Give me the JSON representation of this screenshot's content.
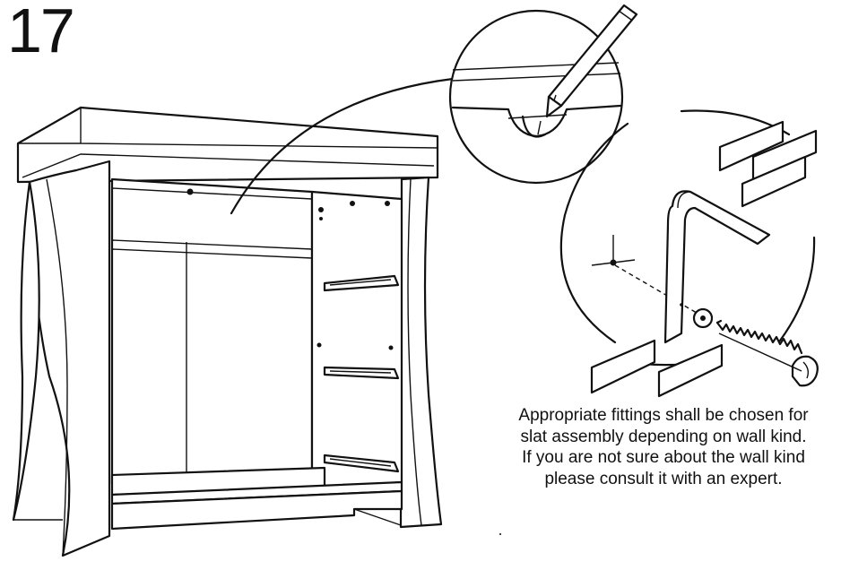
{
  "step": {
    "number": "17"
  },
  "caption": {
    "lines": [
      "Appropriate fittings shall be chosen for",
      "slat assembly depending on wall kind.",
      "If you are not sure about the wall kind",
      "please consult it with an expert."
    ]
  },
  "icons": {
    "pencil": "pencil-icon",
    "screw": "screw-icon",
    "washer": "washer-icon",
    "wall_bricks": "wall-brick-icon",
    "hanging_slat": "wall-slat-icon"
  }
}
